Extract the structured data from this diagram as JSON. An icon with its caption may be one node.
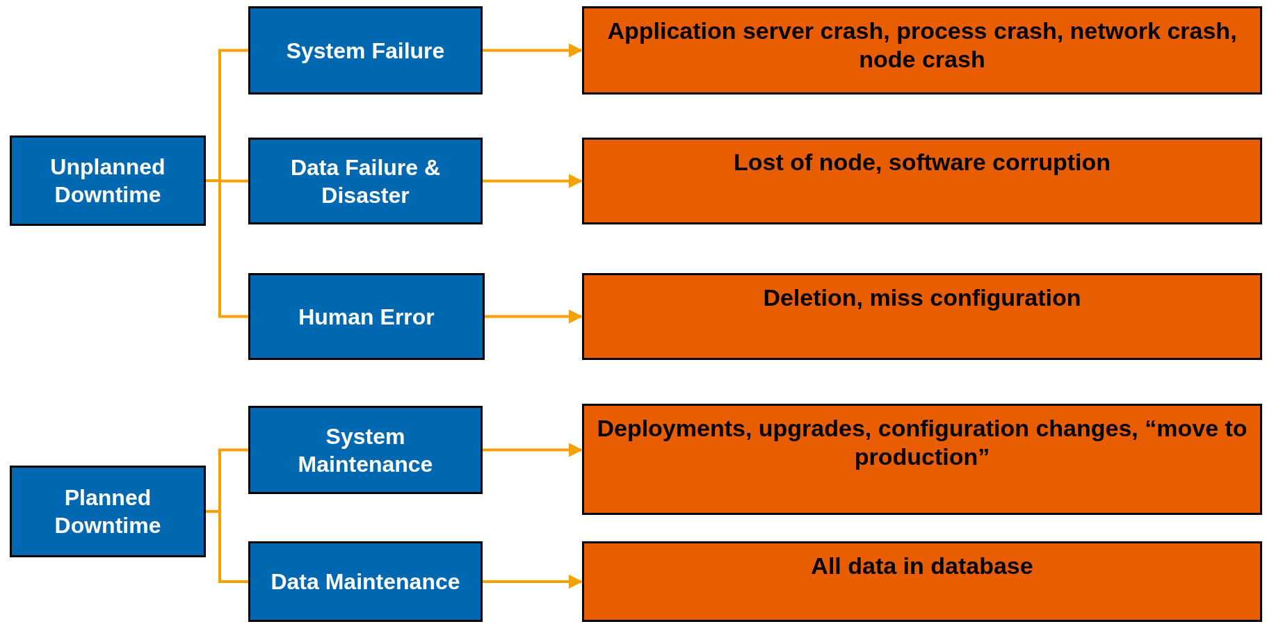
{
  "diagram": {
    "nodes": [
      {
        "text": [
          "Unplanned Downtime"
        ]
      },
      {
        "text": [
          "System Failure"
        ]
      },
      {
        "text": [
          "Application server crash, process crash, network crash, node crash"
        ]
      },
      {
        "text": [
          "Data Failure & Disaster"
        ]
      },
      {
        "text": [
          "Lost of node, software corruption"
        ]
      },
      {
        "text": [
          "Human Error"
        ]
      },
      {
        "text": [
          "Deletion, miss configuration"
        ]
      },
      {
        "text": [
          "Planned Downtime"
        ]
      },
      {
        "text": [
          "System Maintenance"
        ]
      },
      {
        "text": [
          "Deployments, upgrades, configuration changes, “move to production”"
        ]
      },
      {
        "text": [
          "Data Maintenance"
        ]
      },
      {
        "text": [
          "All data in database"
        ]
      }
    ],
    "edges": [
      {
        "from": 0,
        "to": 1,
        "arrow": "none"
      },
      {
        "from": 0,
        "to": 3,
        "arrow": "none"
      },
      {
        "from": 0,
        "to": 5,
        "arrow": "none"
      },
      {
        "from": 1,
        "to": 2,
        "arrow": "to"
      },
      {
        "from": 3,
        "to": 4,
        "arrow": "to"
      },
      {
        "from": 5,
        "to": 6,
        "arrow": "to"
      },
      {
        "from": 7,
        "to": 8,
        "arrow": "none"
      },
      {
        "from": 7,
        "to": 10,
        "arrow": "none"
      },
      {
        "from": 8,
        "to": 9,
        "arrow": "to"
      },
      {
        "from": 10,
        "to": 11,
        "arrow": "to"
      }
    ]
  }
}
